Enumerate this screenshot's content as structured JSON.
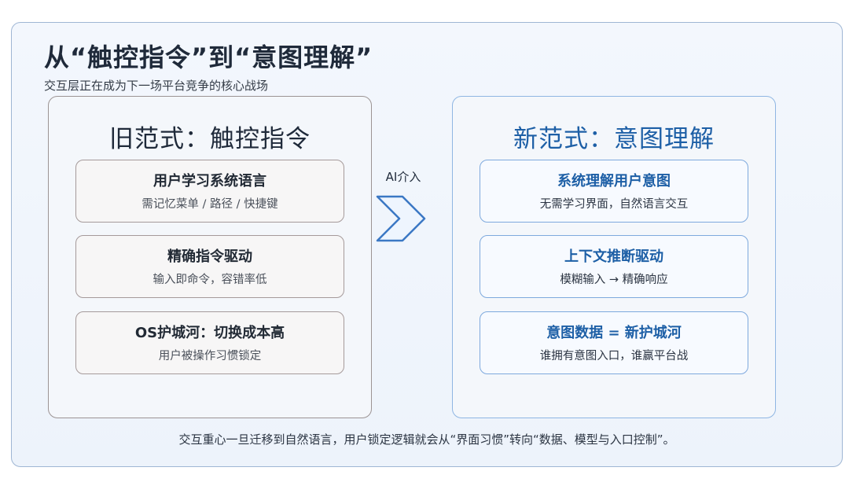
{
  "header": {
    "title": "从“触控指令”到“意图理解”",
    "subtitle": "交互层正在成为下一场平台竞争的核心战场"
  },
  "old_paradigm": {
    "title": "旧范式：触控指令",
    "items": [
      {
        "title": "用户学习系统语言",
        "desc": "需记忆菜单 / 路径 / 快捷键"
      },
      {
        "title": "精确指令驱动",
        "desc": "输入即命令，容错率低"
      },
      {
        "title": "OS护城河：切换成本高",
        "desc": "用户被操作习惯锁定"
      }
    ]
  },
  "transition": {
    "label": "AI介入"
  },
  "new_paradigm": {
    "title": "新范式：意图理解",
    "items": [
      {
        "title": "系统理解用户意图",
        "desc": "无需学习界面，自然语言交互"
      },
      {
        "title": "上下文推断驱动",
        "desc": "模糊输入 → 精确响应"
      },
      {
        "title": "意图数据 = 新护城河",
        "desc": "谁拥有意图入口，谁赢平台战"
      }
    ]
  },
  "footer": {
    "text": "交互重心一旦迁移到自然语言，用户锁定逻辑就会从“界面习惯”转向“数据、模型与入口控制”。"
  },
  "colors": {
    "new_accent": "#1d5fa6",
    "old_border": "#9c9494",
    "new_border": "#8fb6e3",
    "chevron": "#3b78c4"
  }
}
